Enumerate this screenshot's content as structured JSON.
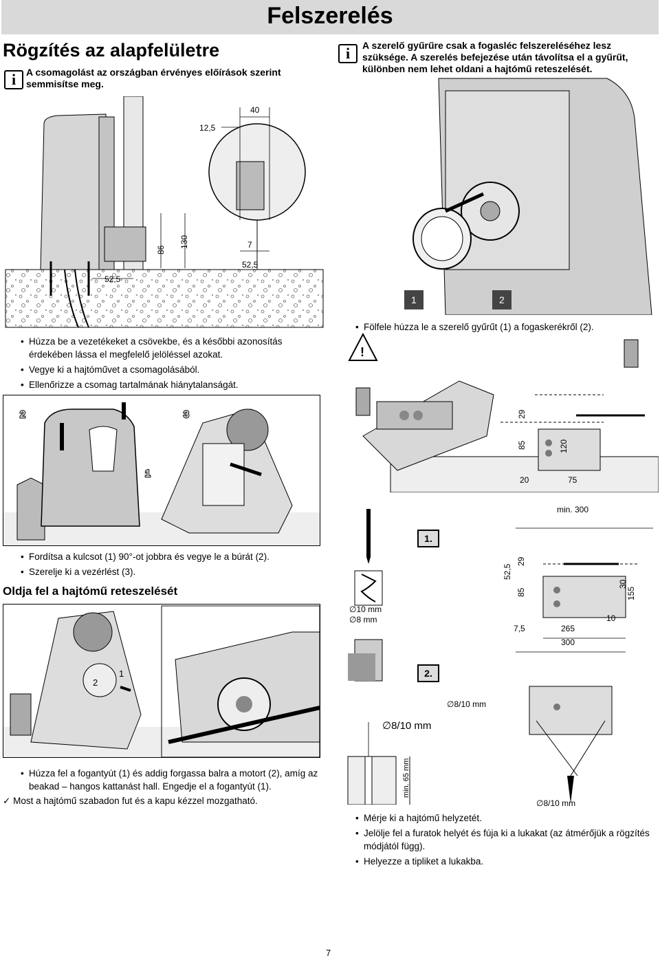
{
  "header": {
    "title": "Felszerelés"
  },
  "section1": {
    "title": "Rögzítés az alapfelületre",
    "info": "A csomagolást az országban érvényes előírások szerint semmisítse meg."
  },
  "info_ring": {
    "line1": "A szerelő gyűrűre csak a fogasléc felszereléséhez lesz",
    "line2": "szüksége. A szerelés befejezése után távolítsa el a gyűrűt,",
    "line3": "különben nem lehet oldani a hajtómű reteszelését."
  },
  "dims1": {
    "d125": "12,5",
    "d40": "40",
    "d86": "86",
    "d130": "130",
    "d7": "7",
    "d525a": "52,5",
    "d525b": "52,5"
  },
  "fig_ring": {
    "n1": "1",
    "n2": "2"
  },
  "step_ring": "Fölfele húzza le a szerelő gyűrűt (1) a fogaskerékről (2).",
  "steps1": [
    "Húzza be a vezetékeket a csövekbe, és a későbbi azonosítás érdekében lássa el megfelelő jelöléssel azokat.",
    "Vegye ki a hajtóművet a csomagolásából.",
    "Ellenőrizze a csomag tartalmának hiánytalanságát."
  ],
  "fig_cover": {
    "n2": "2",
    "n1": "1",
    "n3": "3"
  },
  "dims_top": {
    "d29": "29",
    "d85": "85",
    "d120": "120",
    "d20": "20",
    "d75": "75"
  },
  "steps2": [
    "Fordítsa a kulcsot (1) 90°-ot jobbra és vegye le a búrát (2).",
    "Szerelje ki a vezérlést (3)."
  ],
  "section2": {
    "title": "Oldja fel a hajtómű reteszelését"
  },
  "fig_unlock": {
    "n1": "1",
    "n2": "2"
  },
  "drill": {
    "d10": "∅10 mm",
    "d8": "∅8 mm",
    "step1": "1.",
    "step2": "2.",
    "d810a": "∅8/10 mm",
    "d810b": "∅8/10 mm",
    "depth": "min. 65 mm",
    "d810c": "∅8/10 mm"
  },
  "dims_mid": {
    "min300": "min. 300",
    "d525": "52,5",
    "d29": "29",
    "d85": "85",
    "d30": "30",
    "d155": "155",
    "d10": "10",
    "d75": "7,5",
    "d265": "265",
    "d300": "300"
  },
  "steps3": [
    "Húzza fel a fogantyút (1) és addig forgassa balra a motort (2), amíg az beakad – hangos kattanást hall. Engedje el a fogantyút (1)."
  ],
  "check": "Most a hajtómű szabadon fut és a kapu kézzel mozgatható.",
  "steps4": [
    "Mérje ki a hajtómű helyzetét.",
    "Jelölje fel a furatok helyét és fúja ki a lukakat (az átmérőjük a rögzítés módjától függ).",
    "Helyezze a tipliket a lukakba."
  ],
  "icons": {
    "info": "info-icon",
    "warning": "warning-icon",
    "check": "check-icon"
  },
  "page_number": "7"
}
